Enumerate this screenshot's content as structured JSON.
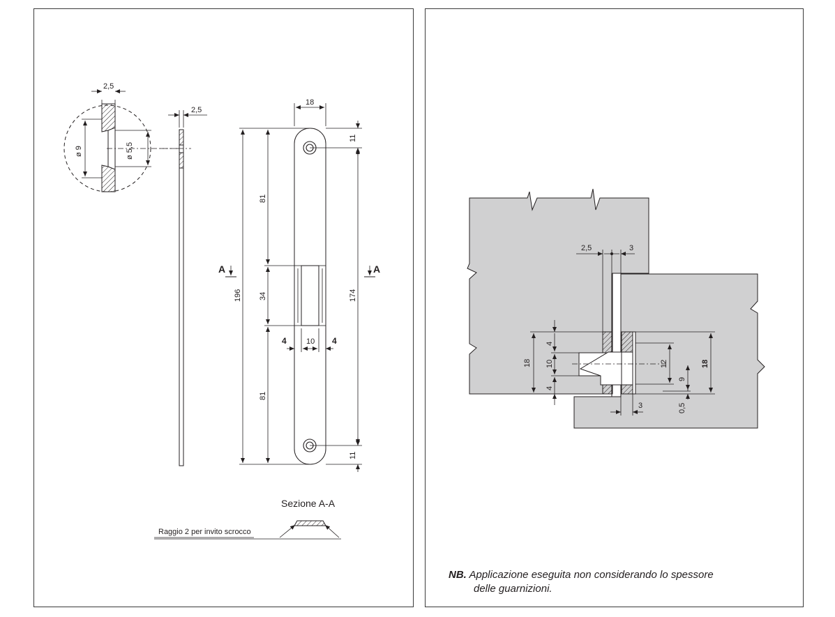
{
  "left_panel": {
    "detail_dims": {
      "top_width": "2,5",
      "outer_dia": "ø 9",
      "inner_dia": "ø 5,5"
    },
    "side_view": {
      "thickness": "2,5"
    },
    "front_view": {
      "width": "18",
      "overall_height": "196",
      "upper_segment": "81",
      "slot_height": "34",
      "lower_segment": "81",
      "right_total": "174",
      "top_offset": "11",
      "bottom_offset": "11",
      "slot_left_margin": "4",
      "slot_width": "10",
      "slot_right_margin": "4",
      "section_mark_left": "A",
      "section_mark_right": "A"
    },
    "section": {
      "title": "Sezione A-A",
      "note": "Raggio 2 per invito scrocco"
    }
  },
  "right_panel": {
    "dims": {
      "gap_left": "2,5",
      "gap_right": "3",
      "left_top": "4",
      "left_mid": "10",
      "left_bottom": "4",
      "left_total": "18",
      "right_12": "12",
      "right_9": "9",
      "right_total": "18",
      "bottom_3": "3",
      "bottom_05": "0,5"
    },
    "note": {
      "prefix": "NB.",
      "line1": "Applicazione eseguita non considerando lo spessore",
      "line2": "delle guarnizioni."
    }
  }
}
